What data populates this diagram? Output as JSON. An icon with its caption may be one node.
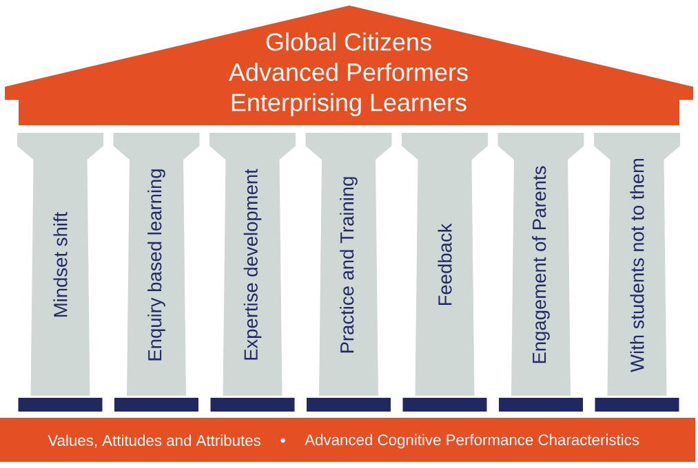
{
  "diagram": {
    "nodes": [
      {
        "text": [
          "Global Citizens",
          "Advanced Performers",
          "Enterprising Learners"
        ]
      },
      {
        "text": [
          "Mindset shift"
        ]
      },
      {
        "text": [
          "Enquiry based learning"
        ]
      },
      {
        "text": [
          "Expertise development"
        ]
      },
      {
        "text": [
          "Practice and Training"
        ]
      },
      {
        "text": [
          "Feedback"
        ]
      },
      {
        "text": [
          "Engagement of Parents"
        ]
      },
      {
        "text": [
          "With students not to them"
        ]
      },
      {
        "text": [
          "Values, Attitudes and Attributes",
          "Advanced Cognitive Performance Characteristics"
        ]
      }
    ]
  }
}
